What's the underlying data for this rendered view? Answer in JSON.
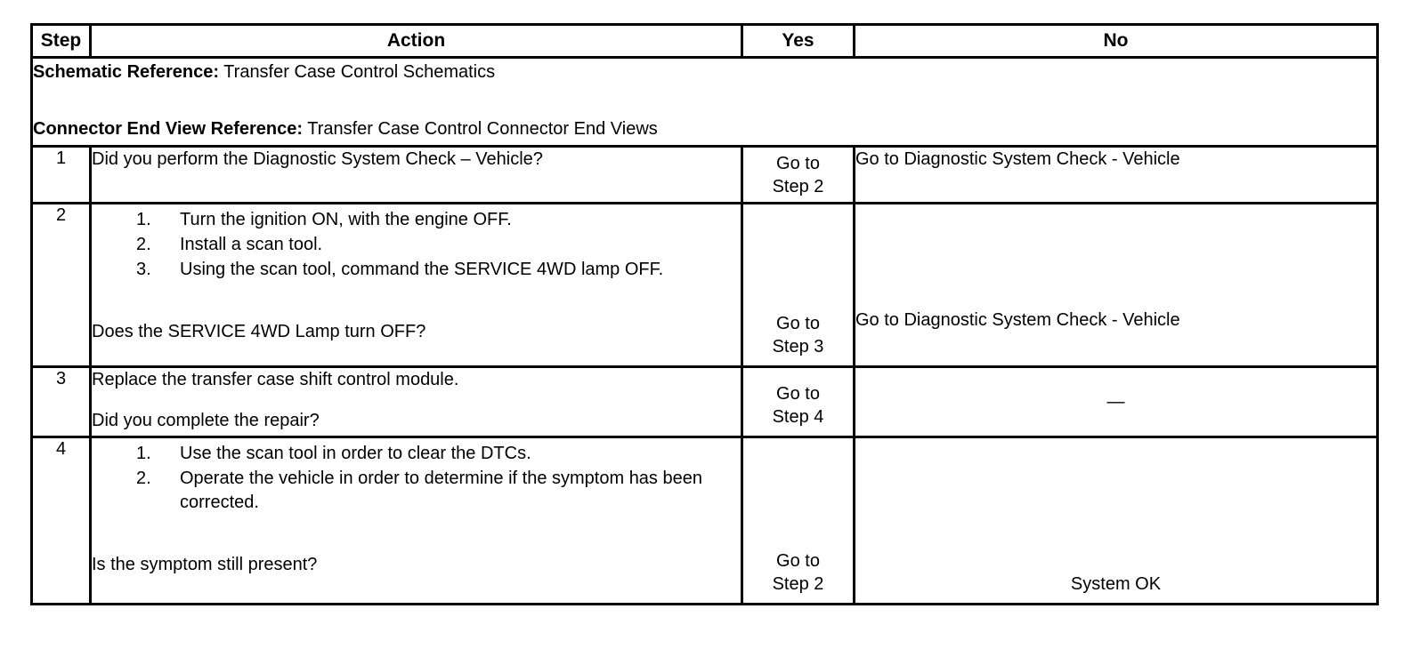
{
  "table": {
    "headers": {
      "step": "Step",
      "action": "Action",
      "yes": "Yes",
      "no": "No"
    },
    "reference_row": {
      "schematic_label": "Schematic Reference:",
      "schematic_value": " Transfer Case Control Schematics",
      "connector_label": "Connector End View Reference:",
      "connector_value": " Transfer Case Control Connector End Views"
    },
    "rows": [
      {
        "step": "1",
        "action_question": "Did you perform the Diagnostic System Check – Vehicle?",
        "yes_line1": "Go to",
        "yes_line2": "Step 2",
        "no": "Go to Diagnostic System Check - Vehicle"
      },
      {
        "step": "2",
        "action_items": [
          {
            "num": "1.",
            "text": "Turn the ignition ON, with the engine OFF."
          },
          {
            "num": "2.",
            "text": "Install a scan tool."
          },
          {
            "num": "3.",
            "text": "Using the scan tool, command the SERVICE 4WD lamp OFF."
          }
        ],
        "action_question": "Does the SERVICE 4WD Lamp turn OFF?",
        "yes_line1": "Go to",
        "yes_line2": "Step 3",
        "no": "Go to Diagnostic System Check - Vehicle"
      },
      {
        "step": "3",
        "action_statement": "Replace the transfer case shift control module.",
        "action_question": "Did you complete the repair?",
        "yes_line1": "Go to",
        "yes_line2": "Step 4",
        "no": "—"
      },
      {
        "step": "4",
        "action_items": [
          {
            "num": "1.",
            "text": "Use the scan tool in order to clear the DTCs."
          },
          {
            "num": "2.",
            "text": "Operate the vehicle in order to determine if the symptom has been corrected."
          }
        ],
        "action_question": "Is the symptom still present?",
        "yes_line1": "Go to",
        "yes_line2": "Step 2",
        "no": "System OK"
      }
    ]
  }
}
